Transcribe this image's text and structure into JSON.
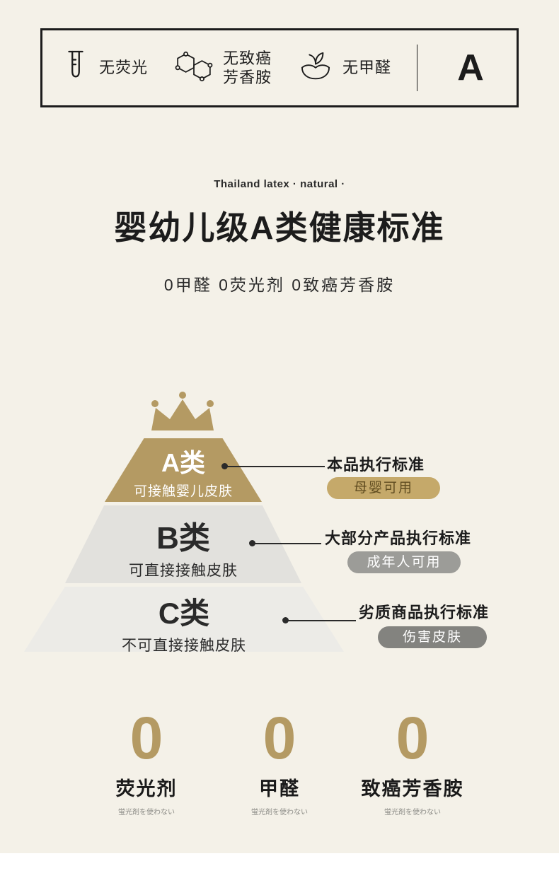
{
  "colors": {
    "background": "#f4f1e8",
    "ink": "#1c1c1c",
    "gold": "#b49a63",
    "badge_gold": "#c5a96a",
    "tier_b_gray": "#e2e1dd",
    "tier_c_gray": "#ecebe7",
    "badge_gray": "#9c9c98",
    "badge_dark": "#83837f"
  },
  "header_box": {
    "features": [
      {
        "icon": "test-tube-icon",
        "label": "无荧光"
      },
      {
        "icon": "molecule-icon",
        "label": "无致癌\n芳香胺"
      },
      {
        "icon": "hands-leaf-icon",
        "label": "无甲醛"
      }
    ],
    "grade_letter": "A"
  },
  "title_section": {
    "eyebrow": "Thailand latex · natural ·",
    "title": "婴幼儿级A类健康标准",
    "subtitle": "0甲醛 0荧光剂 0致癌芳香胺"
  },
  "pyramid": {
    "crown_icon": "crown-icon",
    "tiers": [
      {
        "grade": "A类",
        "desc": "可接触婴儿皮肤",
        "note": "本品执行标准",
        "badge": "母婴可用"
      },
      {
        "grade": "B类",
        "desc": "可直接接触皮肤",
        "note": "大部分产品执行标准",
        "badge": "成年人可用"
      },
      {
        "grade": "C类",
        "desc": "不可直接接触皮肤",
        "note": "劣质商品执行标准",
        "badge": "伤害皮肤"
      }
    ]
  },
  "zeros": [
    {
      "number": "0",
      "label": "荧光剂",
      "sub": "蛍光剤を使わない"
    },
    {
      "number": "0",
      "label": "甲醛",
      "sub": "蛍光剤を使わない"
    },
    {
      "number": "0",
      "label": "致癌芳香胺",
      "sub": "蛍光剤を使わない"
    }
  ]
}
